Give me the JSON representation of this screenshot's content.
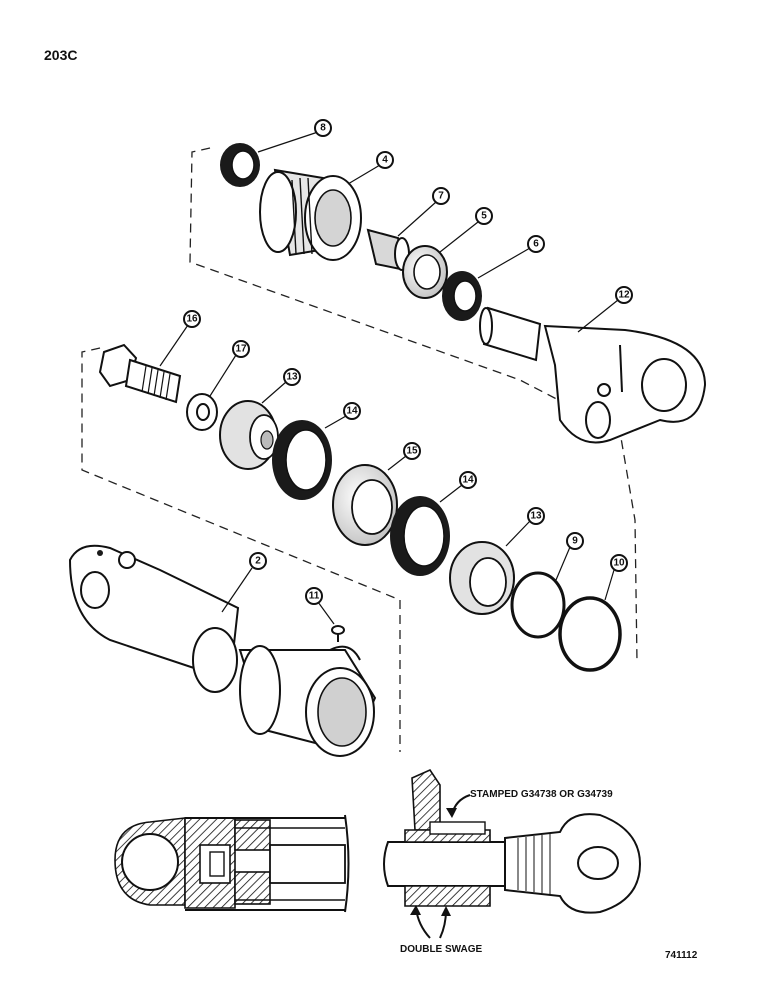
{
  "page": {
    "code": "203C",
    "figure_number": "741112"
  },
  "callouts": [
    "8",
    "4",
    "7",
    "5",
    "6",
    "12",
    "16",
    "17",
    "13",
    "14",
    "15",
    "14",
    "13",
    "9",
    "10",
    "2",
    "11"
  ],
  "annotations": {
    "stamped": "STAMPED G34738 OR G34739",
    "swage": "DOUBLE SWAGE"
  },
  "colors": {
    "ink": "#111111",
    "paper": "#ffffff"
  }
}
